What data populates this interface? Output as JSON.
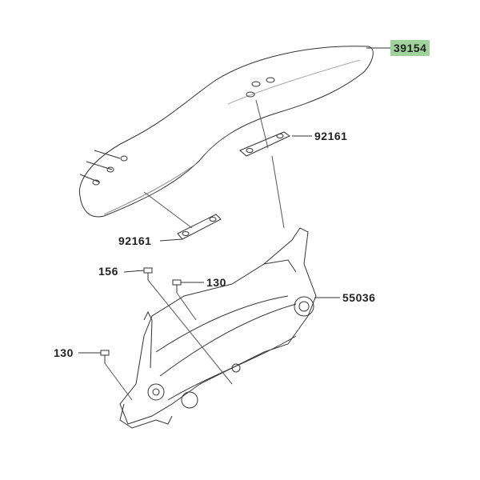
{
  "highlight_color": "#9fd39a",
  "parts": [
    {
      "id": "windshield",
      "number": "39154",
      "highlighted": true
    },
    {
      "id": "bracket-upper",
      "number": "92161"
    },
    {
      "id": "bracket-lower",
      "number": "92161"
    },
    {
      "id": "bolt-156",
      "number": "156"
    },
    {
      "id": "bolt-130-upper",
      "number": "130"
    },
    {
      "id": "bracket-assembly",
      "number": "55036"
    },
    {
      "id": "bolt-130-lower",
      "number": "130"
    }
  ]
}
